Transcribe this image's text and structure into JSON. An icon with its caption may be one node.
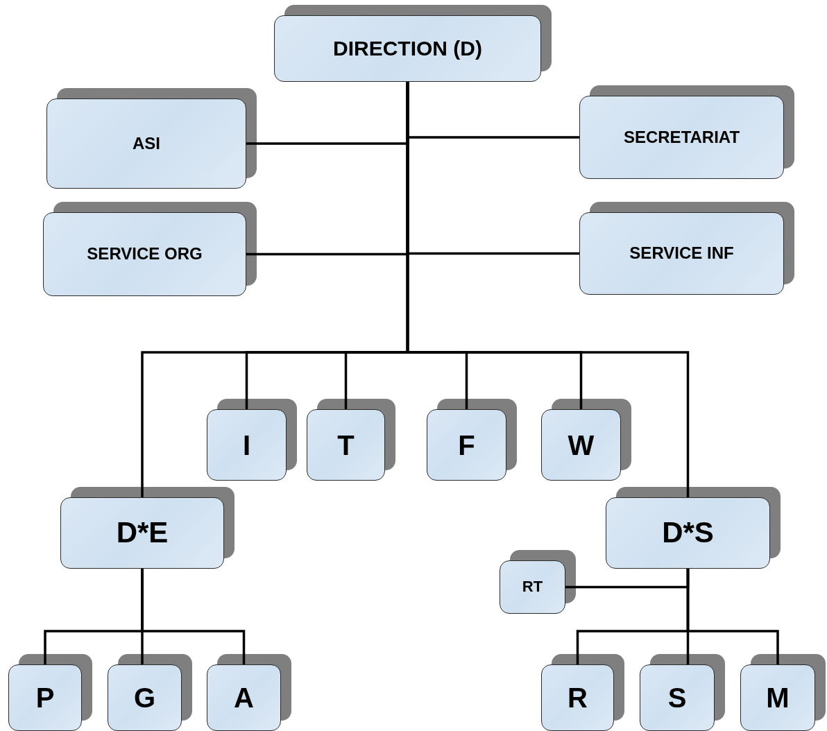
{
  "diagram": {
    "nodes": [
      {
        "text": [
          "DIRECTION (D)"
        ]
      },
      {
        "text": [
          "ASI"
        ]
      },
      {
        "text": [
          "SECRETARIAT"
        ]
      },
      {
        "text": [
          "SERVICE ORG"
        ]
      },
      {
        "text": [
          "SERVICE INF"
        ]
      },
      {
        "text": [
          "I"
        ]
      },
      {
        "text": [
          "T"
        ]
      },
      {
        "text": [
          "F"
        ]
      },
      {
        "text": [
          "W"
        ]
      },
      {
        "text": [
          "D*E"
        ]
      },
      {
        "text": [
          "D*S"
        ]
      },
      {
        "text": [
          "RT"
        ]
      },
      {
        "text": [
          "P"
        ]
      },
      {
        "text": [
          "G"
        ]
      },
      {
        "text": [
          "A"
        ]
      },
      {
        "text": [
          "R"
        ]
      },
      {
        "text": [
          "S"
        ]
      },
      {
        "text": [
          "M"
        ]
      }
    ],
    "edges": [
      {
        "from": 0,
        "to": 1,
        "arrow": "none"
      },
      {
        "from": 0,
        "to": 2,
        "arrow": "none"
      },
      {
        "from": 0,
        "to": 3,
        "arrow": "none"
      },
      {
        "from": 0,
        "to": 4,
        "arrow": "none"
      },
      {
        "from": 0,
        "to": 5,
        "arrow": "none"
      },
      {
        "from": 0,
        "to": 6,
        "arrow": "none"
      },
      {
        "from": 0,
        "to": 7,
        "arrow": "none"
      },
      {
        "from": 0,
        "to": 8,
        "arrow": "none"
      },
      {
        "from": 0,
        "to": 9,
        "arrow": "none"
      },
      {
        "from": 0,
        "to": 10,
        "arrow": "none"
      },
      {
        "from": 9,
        "to": 12,
        "arrow": "none"
      },
      {
        "from": 9,
        "to": 13,
        "arrow": "none"
      },
      {
        "from": 9,
        "to": 14,
        "arrow": "none"
      },
      {
        "from": 10,
        "to": 11,
        "arrow": "none"
      },
      {
        "from": 10,
        "to": 15,
        "arrow": "none"
      },
      {
        "from": 10,
        "to": 16,
        "arrow": "none"
      },
      {
        "from": 10,
        "to": 17,
        "arrow": "none"
      }
    ]
  }
}
